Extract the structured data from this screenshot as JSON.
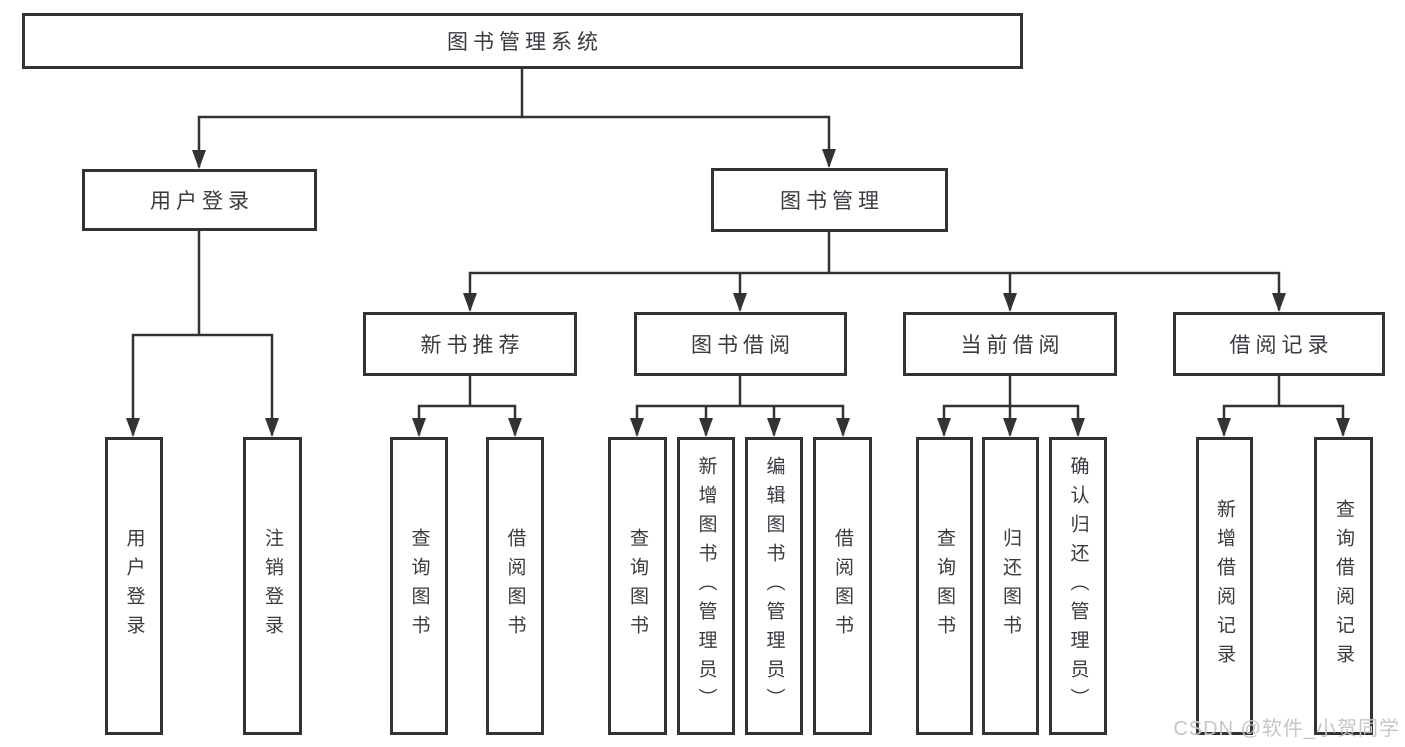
{
  "diagram": {
    "tree": {
      "label": "图书管理系统",
      "children": [
        {
          "label": "用户登录",
          "children": [
            {
              "label": "用户登录"
            },
            {
              "label": "注销登录"
            }
          ]
        },
        {
          "label": "图书管理",
          "children": [
            {
              "label": "新书推荐",
              "children": [
                {
                  "label": "查询图书"
                },
                {
                  "label": "借阅图书"
                }
              ]
            },
            {
              "label": "图书借阅",
              "children": [
                {
                  "label": "查询图书"
                },
                {
                  "label": "新增图书（管理员）"
                },
                {
                  "label": "编辑图书（管理员）"
                },
                {
                  "label": "借阅图书"
                }
              ]
            },
            {
              "label": "当前借阅",
              "children": [
                {
                  "label": "查询图书"
                },
                {
                  "label": "归还图书"
                },
                {
                  "label": "确认归还（管理员）"
                }
              ]
            },
            {
              "label": "借阅记录",
              "children": [
                {
                  "label": "新增借阅记录"
                },
                {
                  "label": "查询借阅记录"
                }
              ]
            }
          ]
        }
      ]
    },
    "colors": {
      "line": "#333336",
      "text": "#3a3a40",
      "background": "#ffffff",
      "watermark": "#c6c6c9"
    }
  },
  "watermark": {
    "text": "CSDN @软件_小贺同学"
  }
}
